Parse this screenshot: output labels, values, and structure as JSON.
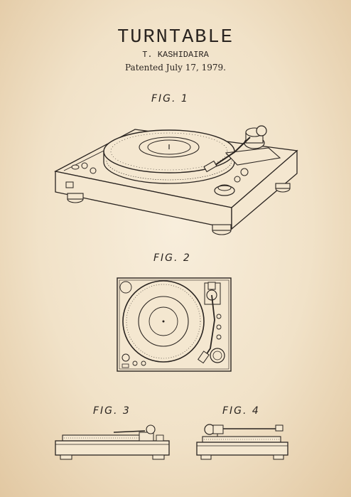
{
  "header": {
    "title": "TURNTABLE",
    "inventor": "T. KASHIDAIRA",
    "patented": "Patented July 17, 1979."
  },
  "figures": {
    "fig1": "FIG. 1",
    "fig2": "FIG. 2",
    "fig3": "FIG. 3",
    "fig4": "FIG. 4"
  },
  "colors": {
    "paper": "#f1e3cb",
    "ink": "#2a2420"
  }
}
